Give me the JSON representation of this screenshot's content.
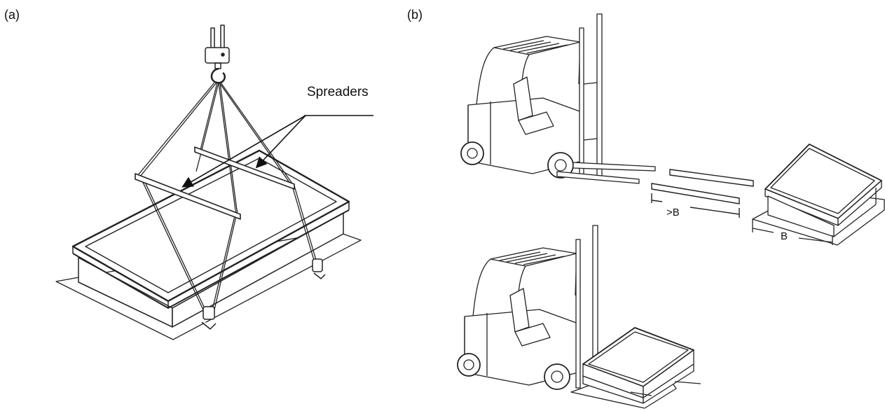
{
  "panels": {
    "a": {
      "label": "(a)",
      "callout": "Spreaders"
    },
    "b": {
      "label": "(b)",
      "dimension_fork_gap": ">B",
      "dimension_base_width": "B"
    }
  },
  "colors": {
    "line": "#222222",
    "background": "#ffffff"
  }
}
